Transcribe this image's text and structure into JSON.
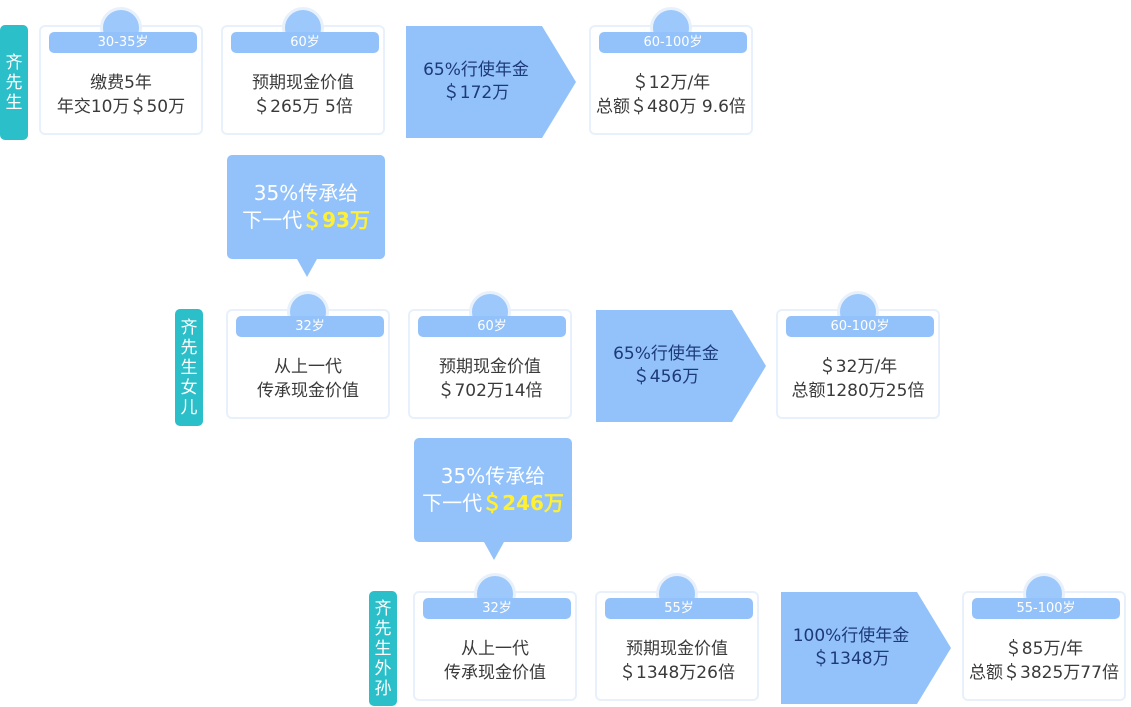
{
  "rows": [
    {
      "label": [
        "齐",
        "先",
        "生"
      ],
      "cards": [
        {
          "age": "30-35岁",
          "lines": [
            "缴费5年",
            "年交10万＄50万"
          ]
        },
        {
          "age": "60岁",
          "lines": [
            "预期现金价值",
            "＄265万 5倍"
          ]
        }
      ],
      "arrow": {
        "lines": [
          "65%行使年金",
          "＄172万"
        ]
      },
      "result": {
        "age": "60-100岁",
        "lines": [
          "＄12万/年",
          "总额＄480万 9.6倍"
        ]
      }
    },
    {
      "label": [
        "齐",
        "先",
        "生",
        "女",
        "儿"
      ],
      "cards": [
        {
          "age": "32岁",
          "lines": [
            "从上一代",
            "传承现金价值"
          ]
        },
        {
          "age": "60岁",
          "lines": [
            "预期现金价值",
            "＄702万14倍"
          ]
        }
      ],
      "arrow": {
        "lines": [
          "65%行使年金",
          "＄456万"
        ]
      },
      "result": {
        "age": "60-100岁",
        "lines": [
          "＄32万/年",
          "总额1280万25倍"
        ]
      }
    },
    {
      "label": [
        "齐",
        "先",
        "生",
        "外",
        "孙"
      ],
      "cards": [
        {
          "age": "32岁",
          "lines": [
            "从上一代",
            "传承现金价值"
          ]
        },
        {
          "age": "55岁",
          "lines": [
            "预期现金价值",
            "＄1348万26倍"
          ]
        }
      ],
      "arrow": {
        "lines": [
          "100%行使年金",
          "＄1348万"
        ]
      },
      "result": {
        "age": "55-100岁",
        "lines": [
          "＄85万/年",
          "总额＄3825万77倍"
        ]
      }
    }
  ],
  "callouts": [
    {
      "line1": "35%传承给",
      "line2": "下一代",
      "amount": "＄93万"
    },
    {
      "line1": "35%传承给",
      "line2": "下一代",
      "amount": "＄246万"
    }
  ],
  "colors": {
    "label": "#2bbfc9",
    "bar": "#93c2fb",
    "arrow": "#93c2fb",
    "amount": "#fff033"
  }
}
